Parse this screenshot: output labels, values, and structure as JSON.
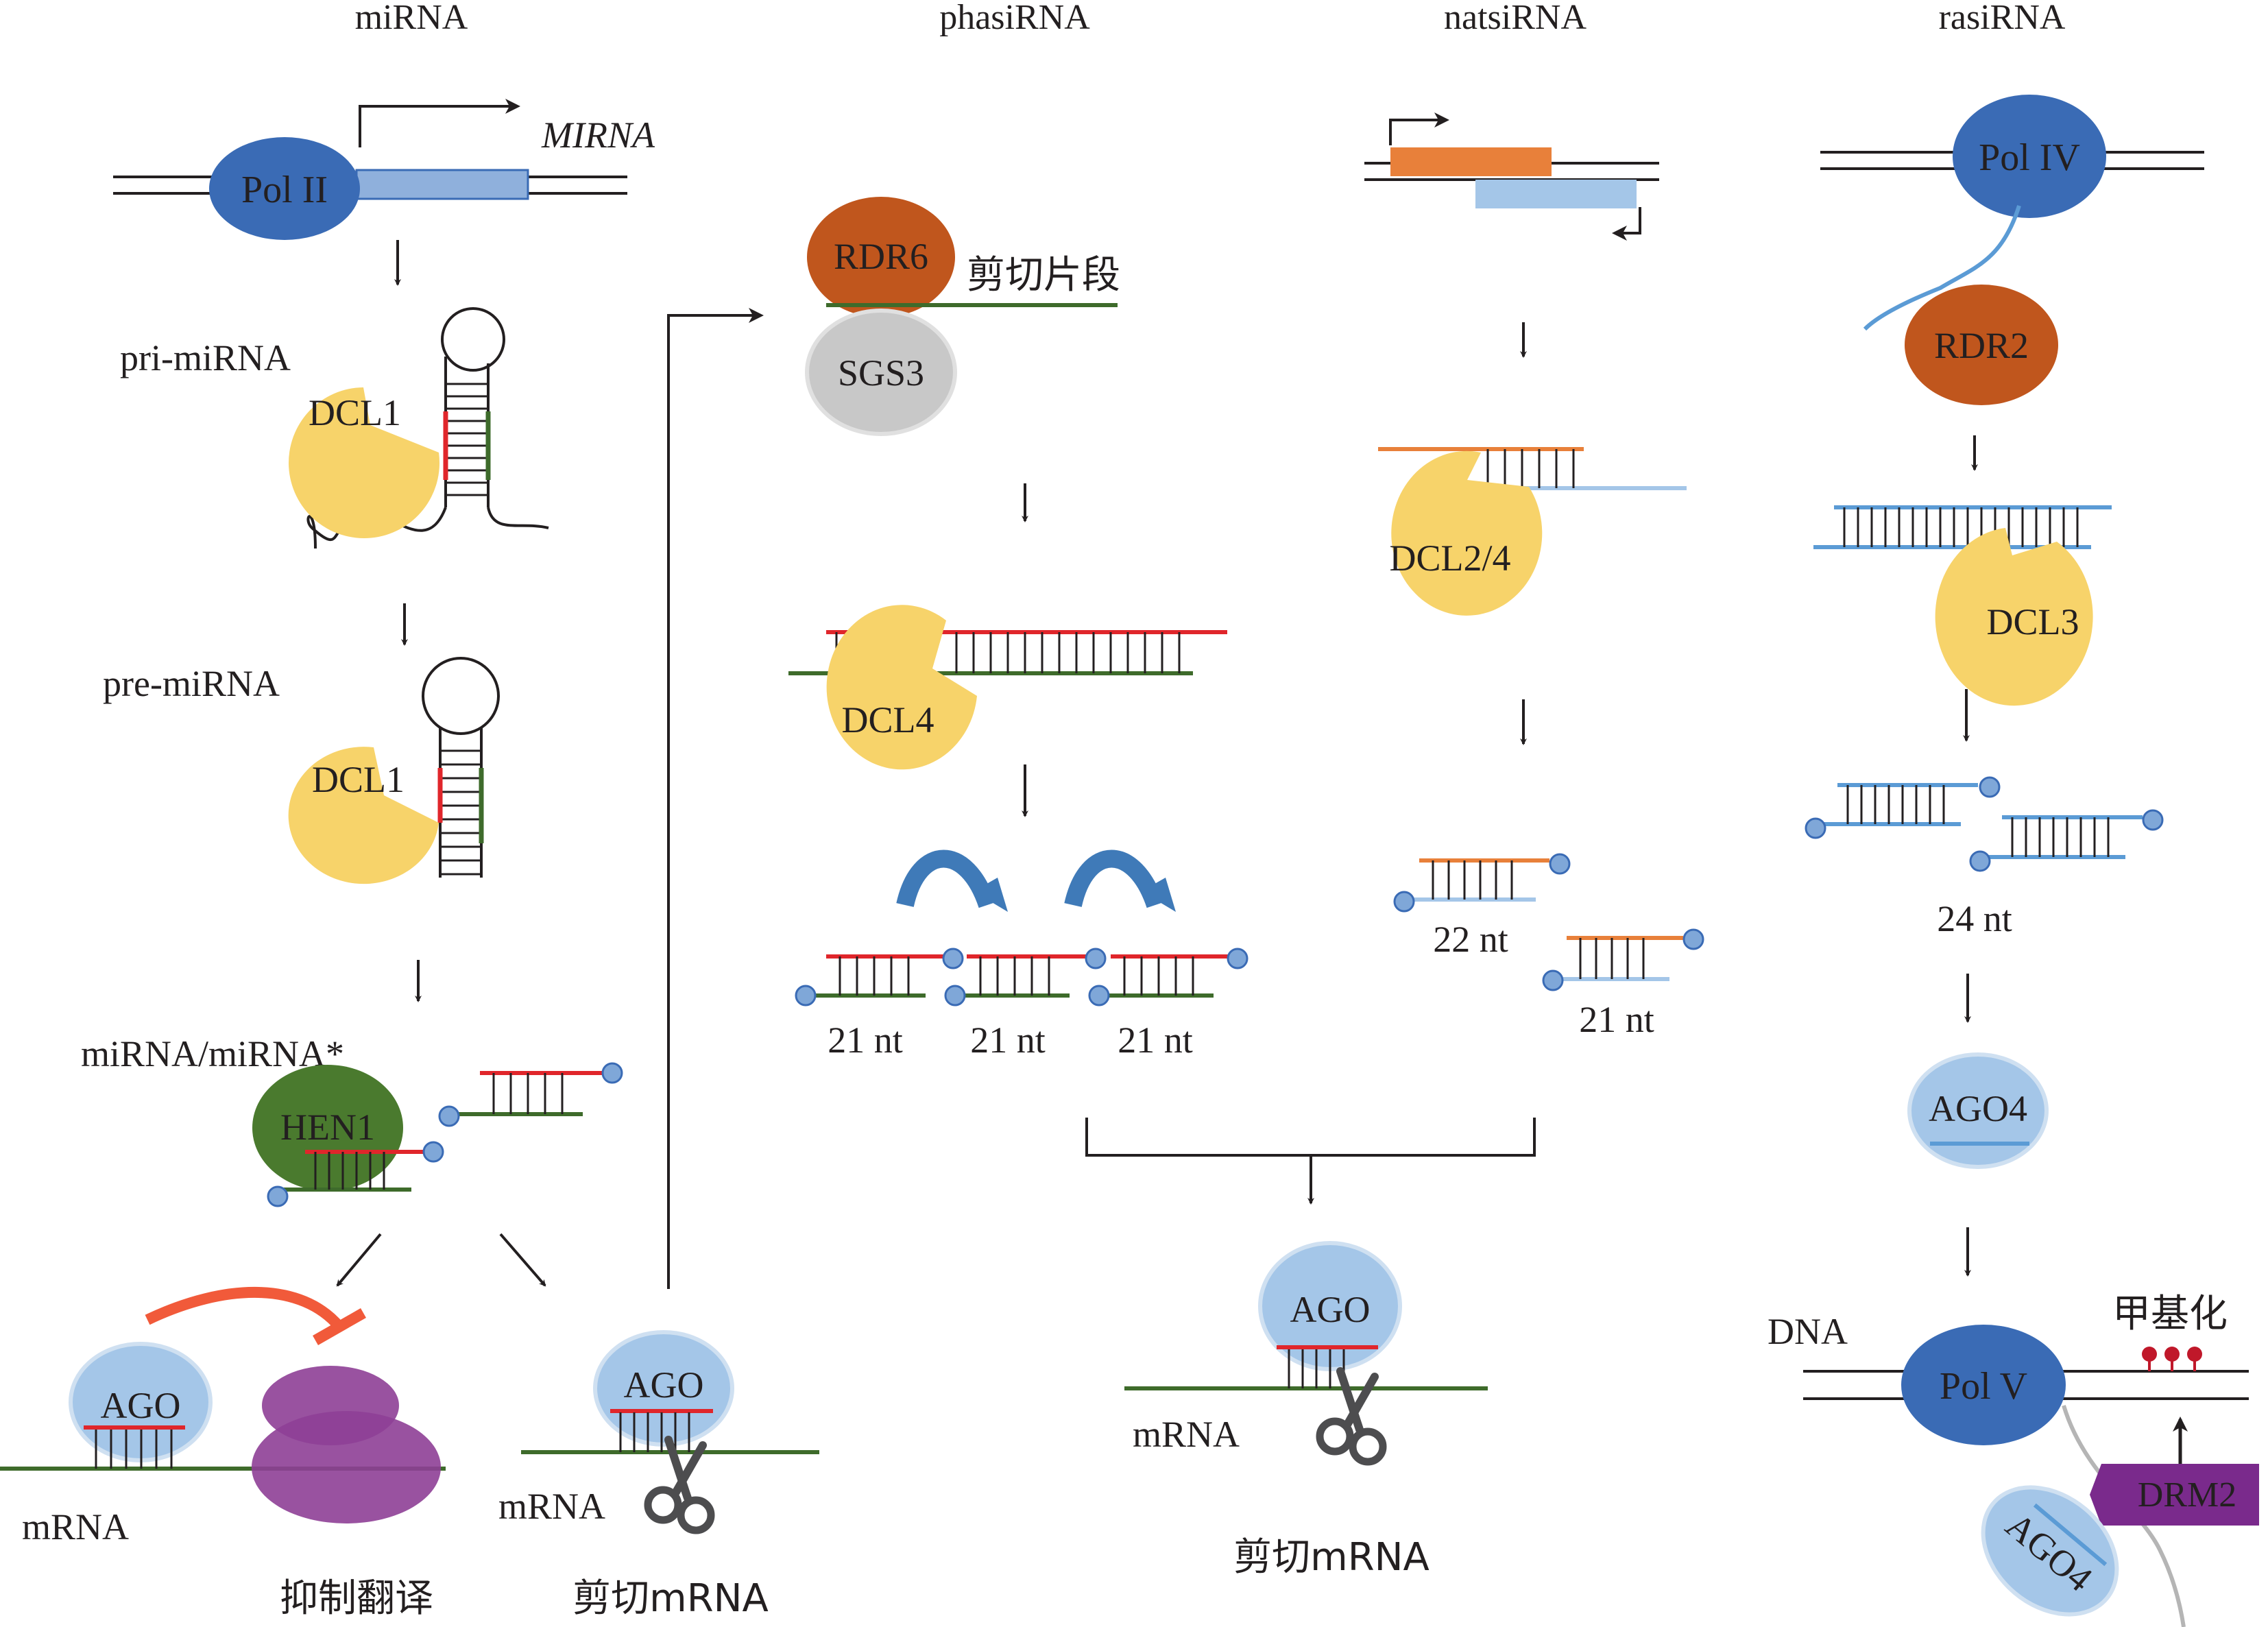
{
  "columns": {
    "mirna": "miRNA",
    "phasirna": "phasiRNA",
    "natsirna": "natsiRNA",
    "rasirna": "rasiRNA"
  },
  "mirna": {
    "pol": "Pol II",
    "gene": "MIRNA",
    "pri": "pri-miRNA",
    "dcl1_a": "DCL1",
    "pre": "pre-miRNA",
    "dcl1_b": "DCL1",
    "duplex": "miRNA/miRNA*",
    "hen1": "HEN1",
    "ago_left": "AGO",
    "mrna_left": "mRNA",
    "repress": "抑制翻译",
    "ago_right": "AGO",
    "mrna_right": "mRNA",
    "cleave": "剪切mRNA"
  },
  "phasirna": {
    "rdr6": "RDR6",
    "fragment": "剪切片段",
    "sgs3": "SGS3",
    "dcl4": "DCL4",
    "nt1": "21 nt",
    "nt2": "21 nt",
    "nt3": "21 nt"
  },
  "natsirna": {
    "dcl": "DCL2/4",
    "nt22": "22 nt",
    "nt21": "21 nt"
  },
  "shared": {
    "ago": "AGO",
    "mrna": "mRNA",
    "cleave": "剪切mRNA"
  },
  "rasirna": {
    "pol4": "Pol IV",
    "rdr2": "RDR2",
    "dcl3": "DCL3",
    "nt24": "24 nt",
    "ago4": "AGO4",
    "dna": "DNA",
    "pol5": "Pol V",
    "methyl": "甲基化",
    "ago4_b": "AGO4",
    "drm2": "DRM2"
  },
  "colors": {
    "pol": "#3a6bb5",
    "ago": "#a4c6e8",
    "dcl": "#f7d36a",
    "rdr": "#c0561d",
    "sgs3": "#c8c8c8",
    "hen1": "#4a7a2e",
    "red_strand": "#e0262b",
    "green_strand": "#3e6b2b",
    "blue_strand": "#5b9bd5",
    "orange_strand": "#e8803a",
    "ribosome": "#8e3f96",
    "drm2": "#7a2a8c",
    "methyl": "#c0182a"
  }
}
